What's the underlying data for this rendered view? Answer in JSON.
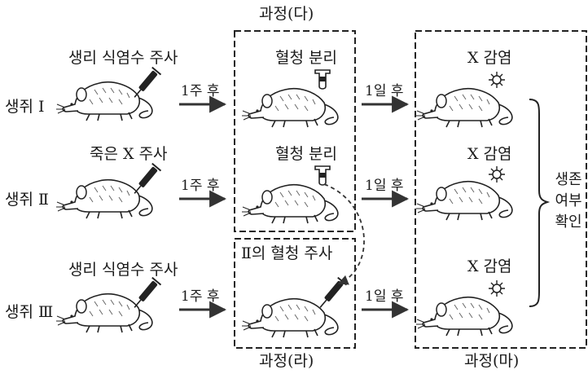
{
  "process_labels": {
    "da": "과정(다)",
    "ra": "과정(라)",
    "ma": "과정(마)"
  },
  "rats": {
    "r1": "생쥐 Ⅰ",
    "r2": "생쥐 Ⅱ",
    "r3": "생쥐 Ⅲ"
  },
  "injections": {
    "r1": "생리 식염수 주사",
    "r2": "죽은 X 주사",
    "r3": "생리 식염수 주사"
  },
  "arrows": {
    "week": "1주 후",
    "day": "1일 후"
  },
  "serum": {
    "separate": "혈청 분리",
    "inject_ii": "Ⅱ의 혈청 주사"
  },
  "infection": "X 감염",
  "result": [
    "생존",
    "여부",
    "확인"
  ],
  "colors": {
    "ink": "#1a1a1a",
    "mouse_fill": "#ffffff"
  }
}
